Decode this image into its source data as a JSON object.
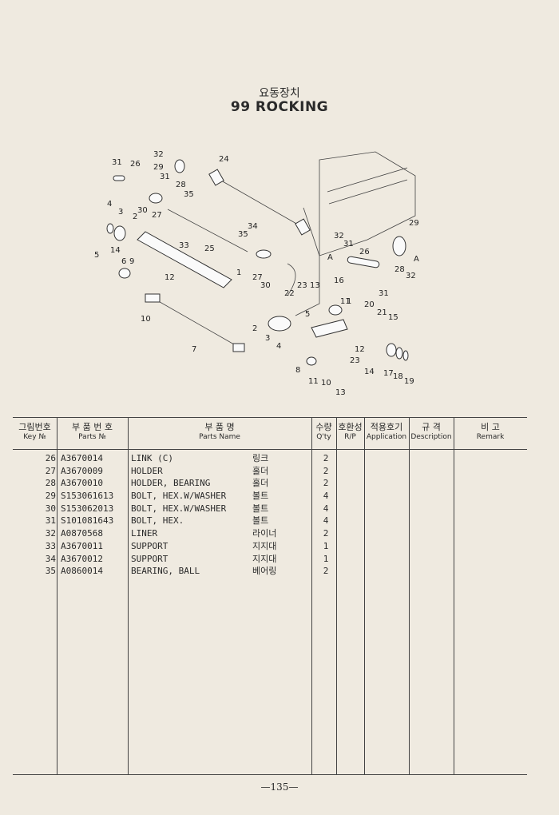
{
  "title": {
    "korean": "요동장치",
    "english": "99  ROCKING"
  },
  "diagram": {
    "callouts": [
      "31",
      "26",
      "32",
      "29",
      "31",
      "24",
      "28",
      "35",
      "4",
      "3",
      "2",
      "30",
      "27",
      "33",
      "25",
      "35",
      "34",
      "5",
      "14",
      "6",
      "9",
      "27",
      "30",
      "12",
      "1",
      "22",
      "23",
      "13",
      "16",
      "11",
      "1",
      "20",
      "21",
      "15",
      "10",
      "7",
      "2",
      "3",
      "4",
      "5",
      "12",
      "23",
      "14",
      "8",
      "11",
      "10",
      "13",
      "17",
      "18",
      "19",
      "32",
      "31",
      "26",
      "31",
      "29",
      "28",
      "32",
      "A",
      "A"
    ]
  },
  "table": {
    "headers": {
      "key": {
        "ko": "그림번호",
        "en": "Key №"
      },
      "parts_no": {
        "ko": "부 품 번 호",
        "en": "Parts №"
      },
      "parts_name": {
        "ko": "부    품    명",
        "en": "Parts    Name"
      },
      "qty": {
        "ko": "수량",
        "en": "Q'ty"
      },
      "rp": {
        "ko": "호환성",
        "en": "R/P"
      },
      "application": {
        "ko": "적용호기",
        "en": "Application"
      },
      "description": {
        "ko": "규  격",
        "en": "Description"
      },
      "remark": {
        "ko": "비      고",
        "en": "Remark"
      }
    },
    "rows": [
      {
        "key": "26",
        "part": "A3670014",
        "name": "LINK (C)",
        "name_ko": "링크",
        "qty": "2"
      },
      {
        "key": "27",
        "part": "A3670009",
        "name": "HOLDER",
        "name_ko": "홀더",
        "qty": "2"
      },
      {
        "key": "28",
        "part": "A3670010",
        "name": "HOLDER, BEARING",
        "name_ko": "홀더",
        "qty": "2"
      },
      {
        "key": "29",
        "part": "S153061613",
        "name": "BOLT, HEX.W/WASHER",
        "name_ko": "볼트",
        "qty": "4"
      },
      {
        "key": "30",
        "part": "S153062013",
        "name": "BOLT, HEX.W/WASHER",
        "name_ko": "볼트",
        "qty": "4"
      },
      {
        "key": "31",
        "part": "S101081643",
        "name": "BOLT, HEX.",
        "name_ko": "볼트",
        "qty": "4"
      },
      {
        "key": "32",
        "part": "A0870568",
        "name": "LINER",
        "name_ko": "라이너",
        "qty": "2"
      },
      {
        "key": "33",
        "part": "A3670011",
        "name": "SUPPORT",
        "name_ko": "지지대",
        "qty": "1"
      },
      {
        "key": "34",
        "part": "A3670012",
        "name": "SUPPORT",
        "name_ko": "지지대",
        "qty": "1"
      },
      {
        "key": "35",
        "part": "A0860014",
        "name": "BEARING, BALL",
        "name_ko": "베어링",
        "qty": "2"
      }
    ]
  },
  "page_number": "—135—"
}
